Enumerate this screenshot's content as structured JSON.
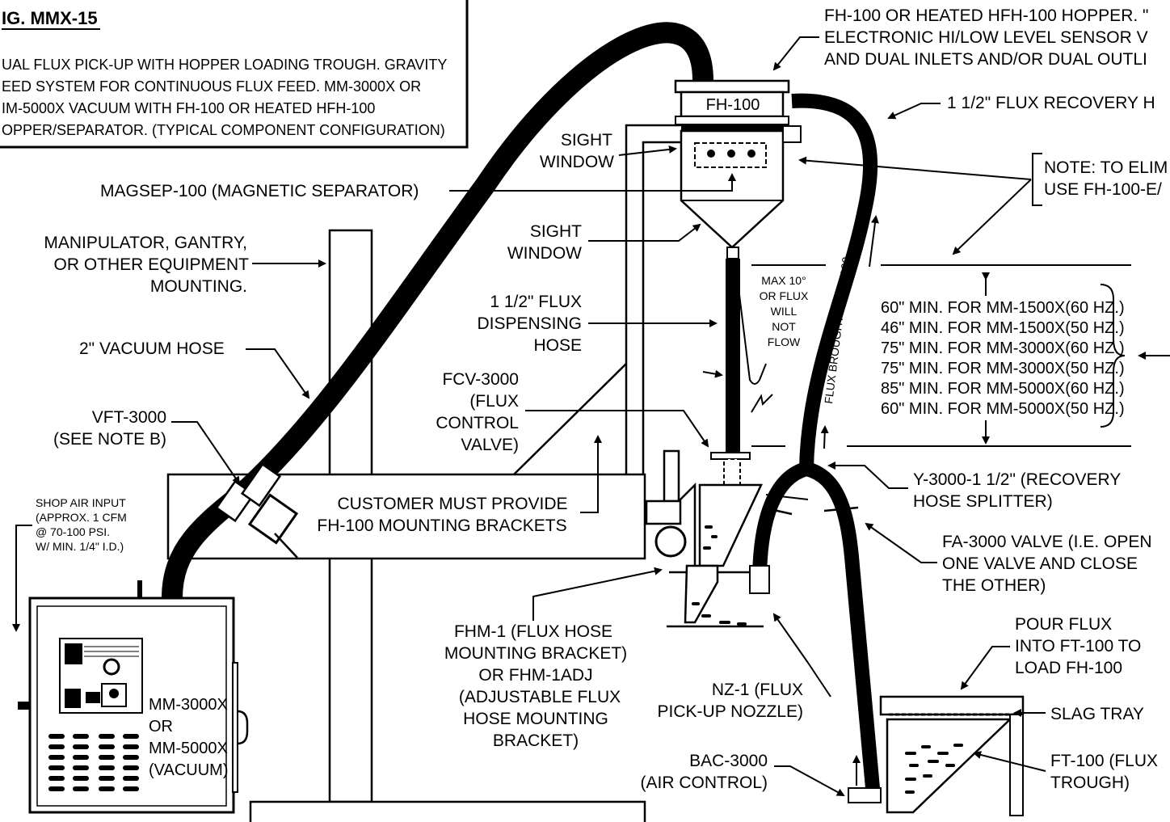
{
  "figure": {
    "title": "IG. MMX-15",
    "description_lines": [
      "UAL FLUX PICK-UP WITH HOPPER LOADING TROUGH.  GRAVITY",
      "EED SYSTEM FOR CONTINUOUS FLUX FEED. MM-3000X OR",
      "IM-5000X VACUUM WITH FH-100 OR HEATED HFH-100",
      "OPPER/SEPARATOR. (TYPICAL COMPONENT CONFIGURATION)"
    ]
  },
  "labels": {
    "hopper_desc": [
      "FH-100 OR HEATED HFH-100 HOPPER. \"",
      "ELECTRONIC HI/LOW LEVEL SENSOR V",
      "AND DUAL INLETS AND/OR DUAL OUTLI"
    ],
    "recovery_hose": "1 1/2\" FLUX RECOVERY H",
    "note": [
      "NOTE: TO ELIM",
      "USE FH-100-E/"
    ],
    "fh100": "FH-100",
    "sight_window_top": [
      "SIGHT",
      "WINDOW"
    ],
    "magsep": "MAGSEP-100 (MAGNETIC SEPARATOR)",
    "sight_window_bottom": [
      "SIGHT",
      "WINDOW"
    ],
    "manipulator": [
      "MANIPULATOR, GANTRY,",
      "OR OTHER EQUIPMENT",
      "MOUNTING."
    ],
    "dispensing_hose": [
      "1 1/2\" FLUX",
      "DISPENSING",
      "HOSE"
    ],
    "vacuum_hose": "2\" VACUUM HOSE",
    "max_angle": [
      "MAX 10°",
      "OR FLUX",
      "WILL",
      "NOT",
      "FLOW"
    ],
    "flux_brought": "FLUX BROUGHT TO FH-100",
    "min_heights": [
      "60\" MIN. FOR MM-1500X(60 HZ.)",
      "46\" MIN. FOR MM-1500X(50 HZ.)",
      "75\" MIN. FOR MM-3000X(60 HZ.)",
      "75\" MIN. FOR MM-3000X(50 HZ.)",
      "85\" MIN. FOR MM-5000X(60 HZ.)",
      "60\" MIN. FOR MM-5000X(50 HZ.)"
    ],
    "fcv": [
      "FCV-3000",
      "(FLUX",
      "CONTROL",
      "VALVE)"
    ],
    "vft": [
      "VFT-3000",
      "(SEE NOTE B)"
    ],
    "customer": [
      "CUSTOMER MUST PROVIDE",
      "FH-100 MOUNTING BRACKETS"
    ],
    "y3000": [
      "Y-3000-1 1/2\" (RECOVERY",
      "HOSE SPLITTER)"
    ],
    "shop_air": [
      "SHOP AIR INPUT",
      "(APPROX. 1 CFM",
      "@ 70-100 PSI.",
      "W/ MIN. 1/4\" I.D.)"
    ],
    "fa3000": [
      "FA-3000 VALVE (I.E. OPEN",
      "ONE VALVE AND CLOSE",
      "THE OTHER)"
    ],
    "fhm": [
      "FHM-1 (FLUX HOSE",
      "MOUNTING BRACKET)",
      "OR FHM-1ADJ",
      "(ADJUSTABLE FLUX",
      "HOSE MOUNTING",
      "BRACKET)"
    ],
    "pour_flux": [
      "POUR FLUX",
      "INTO FT-100 TO",
      "LOAD FH-100"
    ],
    "nz1": [
      "NZ-1 (FLUX",
      "PICK-UP NOZZLE)"
    ],
    "slag_tray": "SLAG TRAY",
    "vacuum_unit": [
      "MM-3000X",
      "OR",
      "MM-5000X",
      "(VACUUM)"
    ],
    "bac": [
      "BAC-3000",
      "(AIR CONTROL)"
    ],
    "ft100": [
      "FT-100 (FLUX",
      "TROUGH)"
    ]
  }
}
